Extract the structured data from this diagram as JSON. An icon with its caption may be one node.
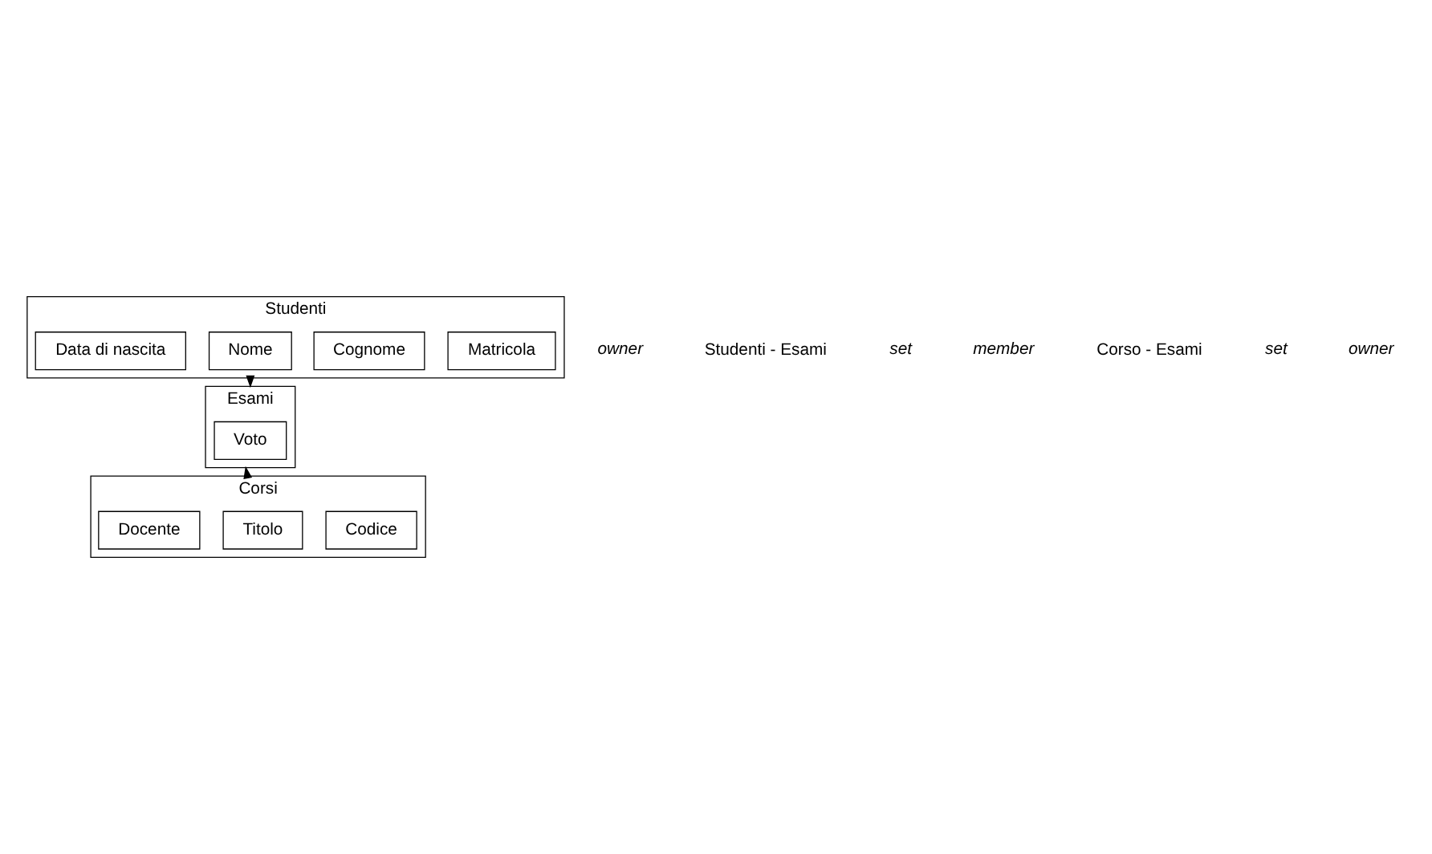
{
  "diagram": {
    "nodes": [
      {
        "text": [
          "Studenti"
        ]
      },
      {
        "text": [
          "Matricola"
        ],
        "in": 0
      },
      {
        "text": [
          "Cognome"
        ],
        "in": 0
      },
      {
        "text": [
          "Nome"
        ],
        "in": 0
      },
      {
        "text": [
          "Data di nascita"
        ],
        "in": 0
      },
      {
        "text": [
          "Esami"
        ]
      },
      {
        "text": [
          "Voto"
        ],
        "in": 5
      },
      {
        "text": [
          "Corsi"
        ]
      },
      {
        "text": [
          "Codice"
        ],
        "in": 7
      },
      {
        "text": [
          "Titolo"
        ],
        "in": 7
      },
      {
        "text": [
          "Docente"
        ],
        "in": 7
      }
    ],
    "edges": [
      {
        "from": 0,
        "to": 5,
        "arrow": "to"
      },
      {
        "from": 7,
        "to": 5,
        "arrow": "to"
      }
    ],
    "labels": [
      "owner",
      "Studenti - Esami",
      "set",
      "member",
      "Corso - Esami",
      "set",
      "owner"
    ]
  }
}
